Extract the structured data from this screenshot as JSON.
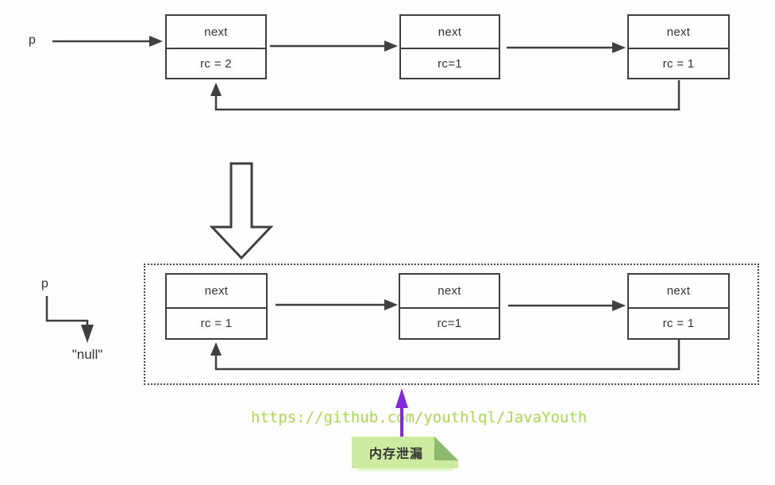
{
  "colors": {
    "line": "#3f3f3f",
    "purple_accent": "#8229db",
    "url_green": "#a8d948",
    "note_fill": "#cdeca1",
    "note_fold": "#8db96c",
    "background": "#fdfdfd"
  },
  "top_diagram": {
    "pointer_label": "p",
    "nodes": [
      {
        "next_label": "next",
        "rc_label": "rc = 2"
      },
      {
        "next_label": "next",
        "rc_label": "rc=1"
      },
      {
        "next_label": "next",
        "rc_label": "rc = 1"
      }
    ]
  },
  "bottom_diagram": {
    "pointer_label": "p",
    "null_label": "\"null\"",
    "nodes": [
      {
        "next_label": "next",
        "rc_label": "rc = 1"
      },
      {
        "next_label": "next",
        "rc_label": "rc=1"
      },
      {
        "next_label": "next",
        "rc_label": "rc = 1"
      }
    ]
  },
  "watermark": {
    "url_text": "https://github.com/youthlql/JavaYouth"
  },
  "annotation": {
    "label": "内存泄漏"
  }
}
